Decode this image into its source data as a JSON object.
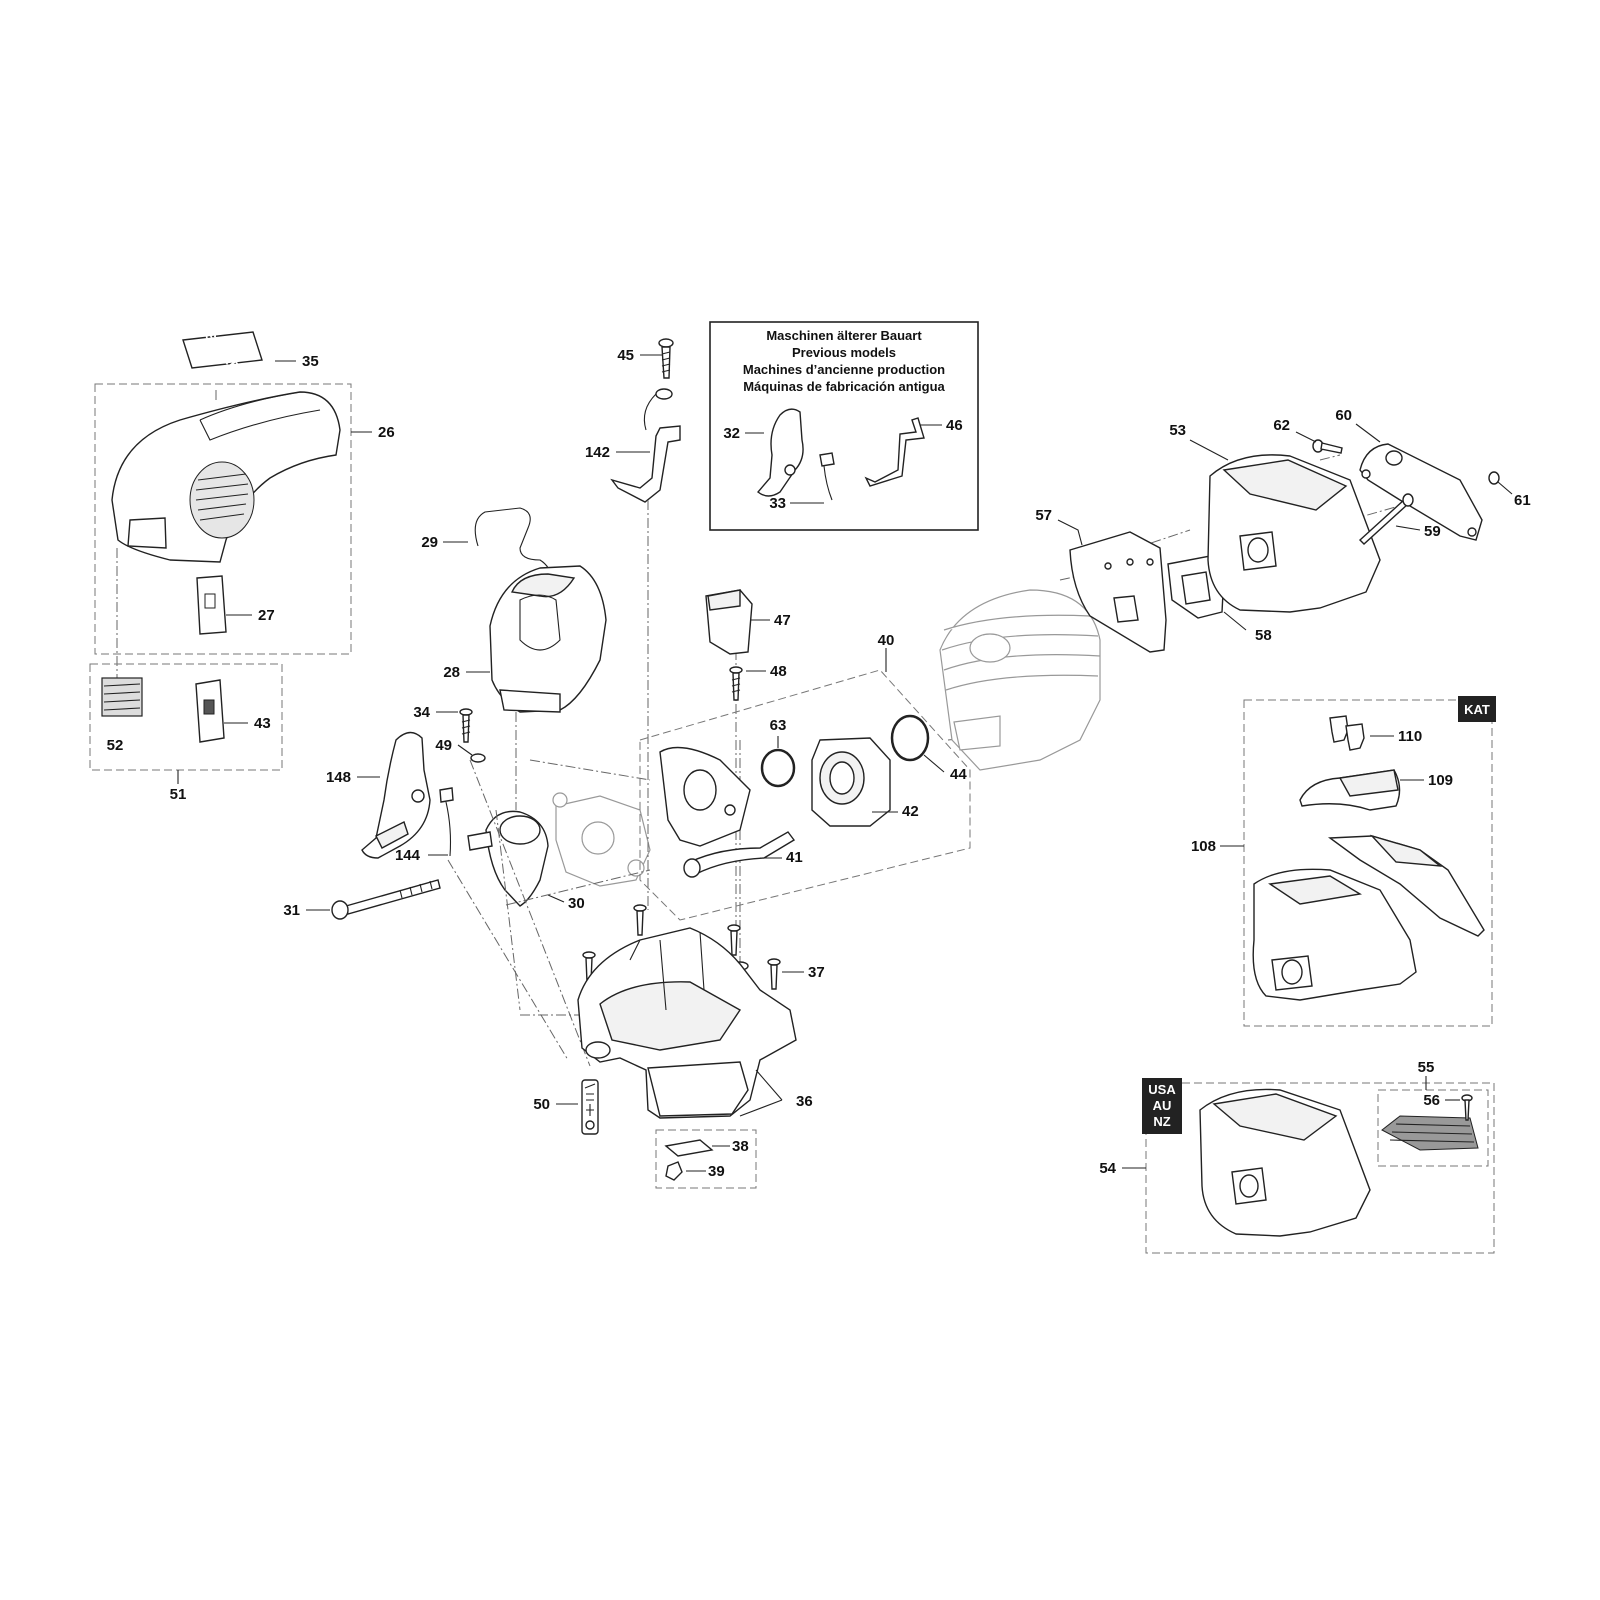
{
  "inset": {
    "lines": [
      "Maschinen älterer Bauart",
      "Previous models",
      "Machines d’ancienne production",
      "Máquinas de fabricación antigua"
    ]
  },
  "decal_text": "SPEED",
  "badges": {
    "kat": "KAT",
    "region": [
      "USA",
      "AU",
      "NZ"
    ]
  },
  "labels": {
    "p26": "26",
    "p27": "27",
    "p28": "28",
    "p29": "29",
    "p30": "30",
    "p31": "31",
    "p32": "32",
    "p33": "33",
    "p34": "34",
    "p35": "35",
    "p36": "36",
    "p37": "37",
    "p38": "38",
    "p39": "39",
    "p40": "40",
    "p41": "41",
    "p42": "42",
    "p43": "43",
    "p44": "44",
    "p45": "45",
    "p46": "46",
    "p47": "47",
    "p48": "48",
    "p49": "49",
    "p50": "50",
    "p51": "51",
    "p52": "52",
    "p53": "53",
    "p54": "54",
    "p55": "55",
    "p56": "56",
    "p57": "57",
    "p58": "58",
    "p59": "59",
    "p60": "60",
    "p61": "61",
    "p62": "62",
    "p63": "63",
    "p108": "108",
    "p109": "109",
    "p110": "110",
    "p142": "142",
    "p144": "144",
    "p148": "148"
  }
}
